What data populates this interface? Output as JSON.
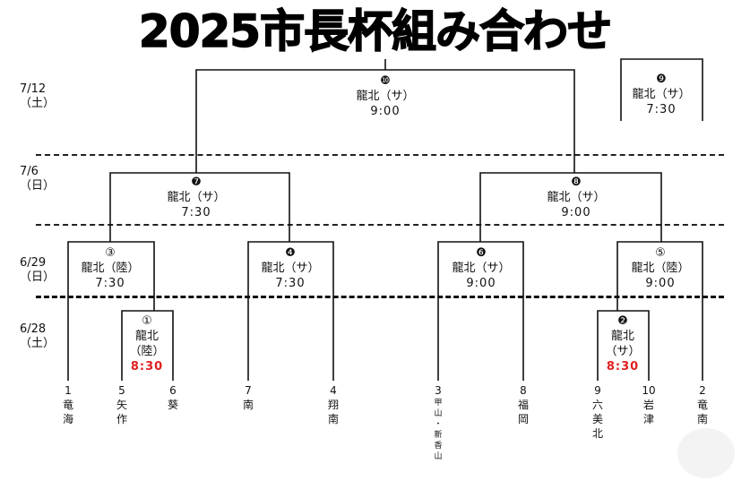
{
  "title": "2025市長杯組み合わせ",
  "dates": [
    {
      "id": "d1",
      "text": "7/12\n（土）"
    },
    {
      "id": "d2",
      "text": "7/6\n（日）"
    },
    {
      "id": "d3",
      "text": "6/29\n（日）"
    },
    {
      "id": "d4",
      "text": "6/28\n（土）"
    }
  ],
  "matches": {
    "m10": {
      "num": "❿",
      "venue": "龍北（サ）",
      "time": "9:00"
    },
    "m9": {
      "num": "❾",
      "venue": "龍北（サ）",
      "time": "7:30"
    },
    "m7": {
      "num": "❼",
      "venue": "龍北（サ）",
      "time": "7:30"
    },
    "m8": {
      "num": "❽",
      "venue": "龍北（サ）",
      "time": "9:00"
    },
    "m3": {
      "num": "③",
      "venue": "龍北（陸）",
      "time": "7:30"
    },
    "m4": {
      "num": "❹",
      "venue": "龍北（サ）",
      "time": "7:30"
    },
    "m6": {
      "num": "❻",
      "venue": "龍北（サ）",
      "time": "9:00"
    },
    "m5": {
      "num": "⑤",
      "venue": "龍北（陸）",
      "time": "9:00"
    },
    "m1": {
      "num": "①",
      "venue1": "龍北",
      "venue2": "（陸）",
      "time": "8:30"
    },
    "m2": {
      "num": "❷",
      "venue1": "龍北",
      "venue2": "（サ）",
      "time": "8:30"
    }
  },
  "teams": [
    {
      "num": "1",
      "name": "竜\n海"
    },
    {
      "num": "5",
      "name": "矢\n作"
    },
    {
      "num": "6",
      "name": "葵"
    },
    {
      "num": "7",
      "name": "南"
    },
    {
      "num": "4",
      "name": "翔\n南"
    },
    {
      "num": "3",
      "name": "甲\n山\n・\n新\n香\n山"
    },
    {
      "num": "8",
      "name": "福\n岡"
    },
    {
      "num": "9",
      "name": "六\n美\n北"
    },
    {
      "num": "10",
      "name": "岩\n津"
    },
    {
      "num": "2",
      "name": "竜\n南"
    }
  ],
  "colors": {
    "time_highlight": "#e02020",
    "line": "#111111"
  }
}
